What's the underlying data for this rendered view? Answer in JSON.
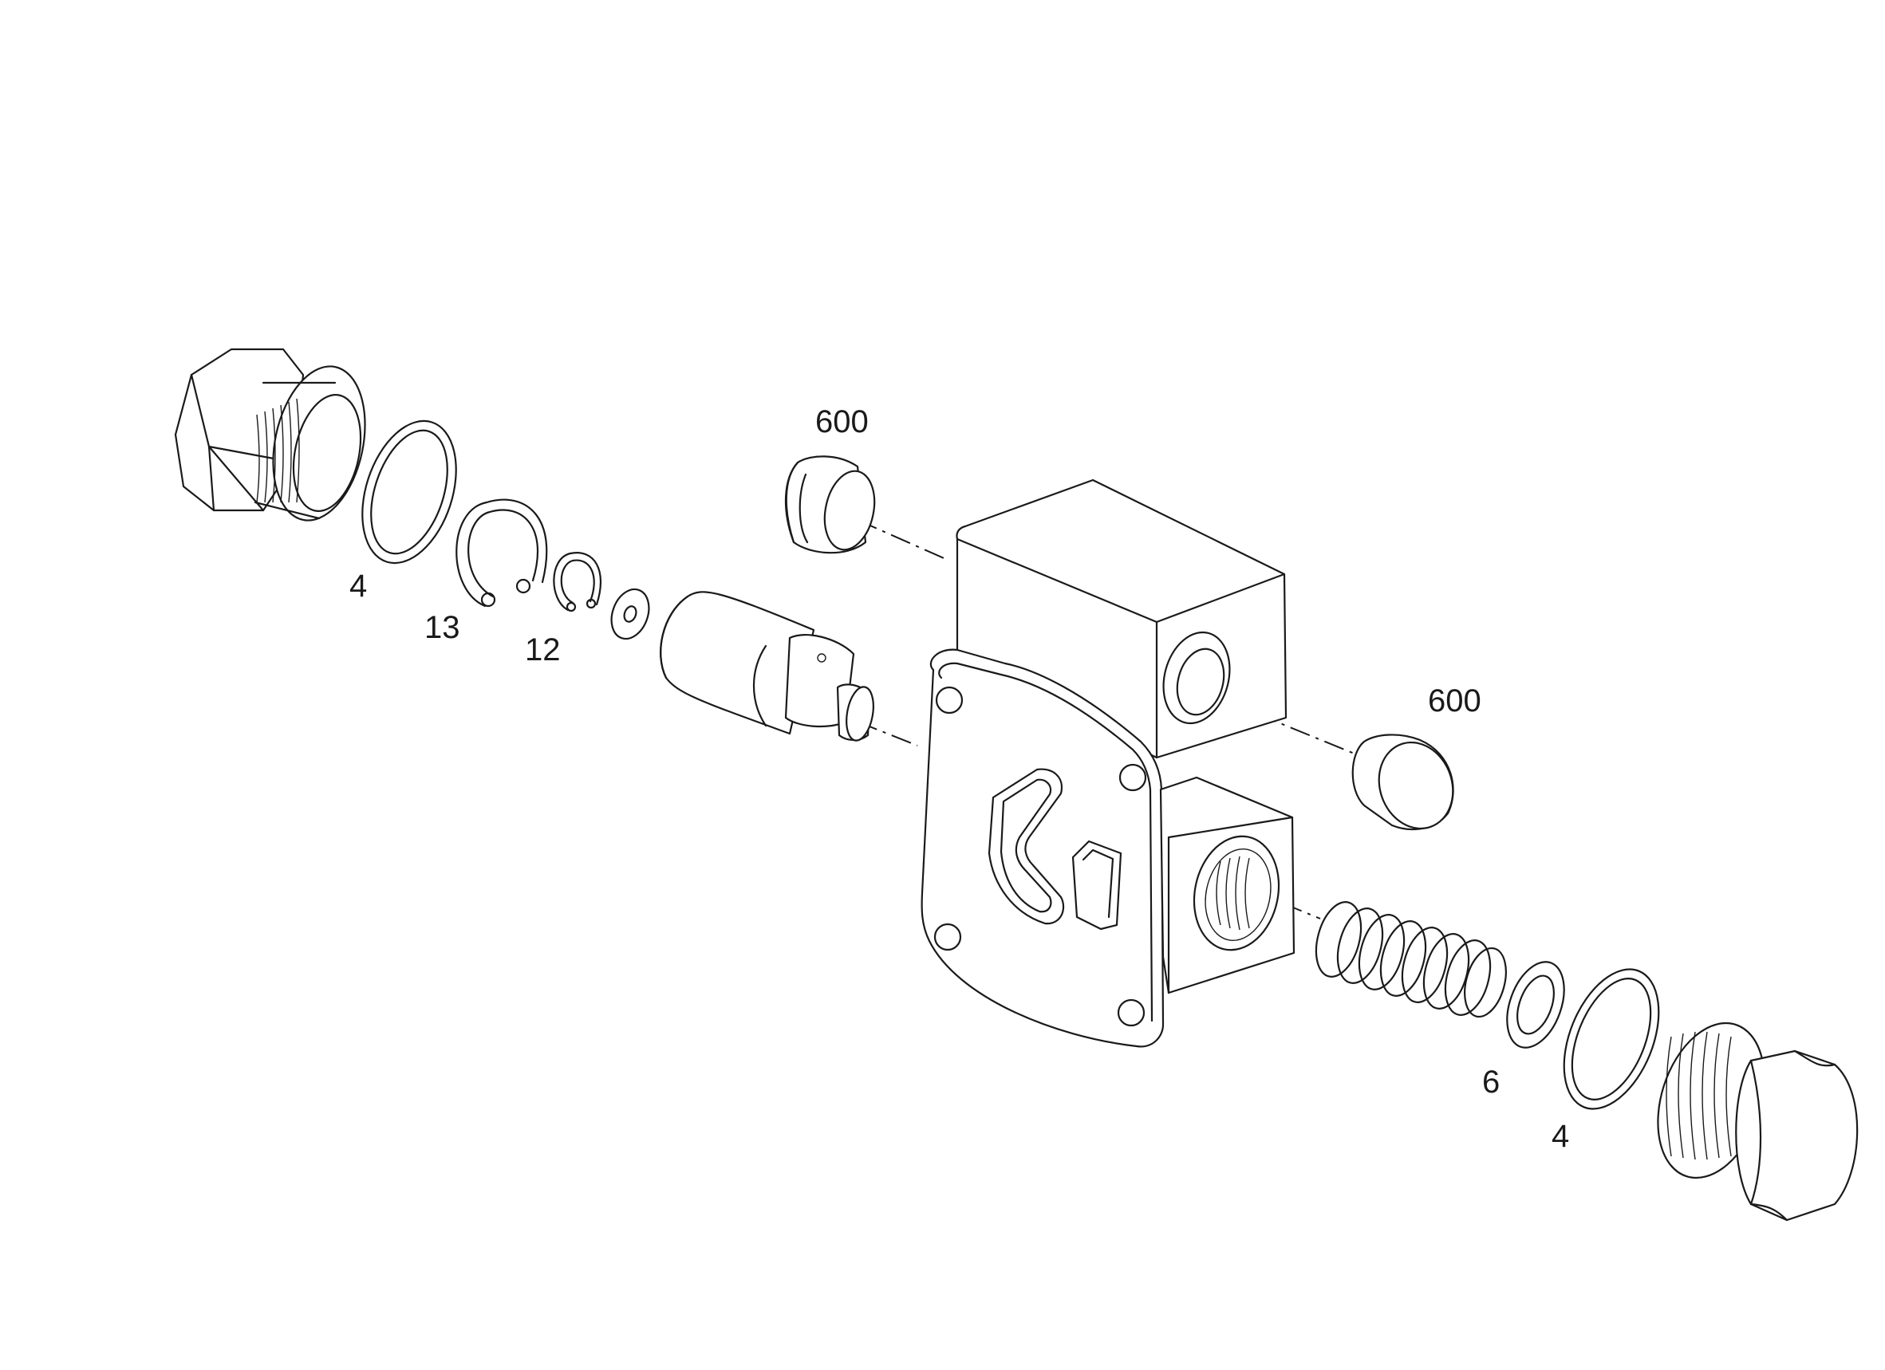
{
  "callouts": {
    "plug_seat_top": "600",
    "seal_ring_left": "4",
    "retaining_ring_large": "13",
    "retaining_ring_small": "12",
    "plug_seat_right": "600",
    "shim_washer": "6",
    "seal_ring_right": "4"
  },
  "colors": {
    "line": "#1a1a1a",
    "background": "#ffffff"
  }
}
